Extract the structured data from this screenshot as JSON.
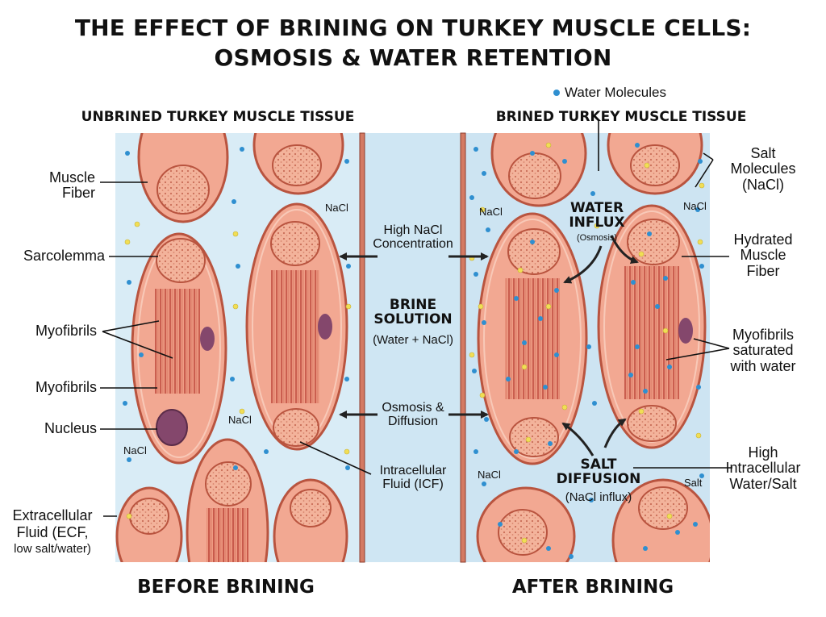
{
  "title_line1": "THE EFFECT OF BRINING ON TURKEY MUSCLE CELLS:",
  "title_line2": "OSMOSIS & WATER RETENTION",
  "legend_water": "Water Molecules",
  "left_heading": "UNBRINED TURKEY MUSCLE TISSUE",
  "right_heading": "BRINED TURKEY MUSCLE TISSUE",
  "left_footer": "BEFORE BRINING",
  "right_footer": "AFTER BRINING",
  "left_labels": {
    "muscle_fiber": "Muscle\nFiber",
    "sarcolemma": "Sarcolemma",
    "myofibrils_a": "Myofibrils",
    "myofibrils_b": "Myofibrils",
    "nucleus": "Nucleus",
    "ecf_line1": "Extracellular",
    "ecf_line2": "Fluid (ECF,",
    "ecf_line3": "low salt/water)"
  },
  "center": {
    "high_nacl": "High NaCl\nConcentration",
    "brine_title": "BRINE\nSOLUTION",
    "brine_sub": "(Water + NaCl)",
    "osmosis": "Osmosis &\nDiffusion",
    "icf": "Intracellular\nFluid (ICF)"
  },
  "right_labels": {
    "salt_molecules": "Salt\nMolecules\n(NaCl)",
    "hydrated": "Hydrated\nMuscle\nFiber",
    "myofibrils_saturated": "Myofibrils\nsaturated\nwith water",
    "high_intracellular": "High\nIntracellular\nWater/Salt"
  },
  "inner": {
    "water_influx": "WATER\nINFLUX",
    "osmosis_small": "(Osmosis)",
    "salt_diffusion": "SALT\nDIFFUSION",
    "nacl_influx": "(NaCl influx)",
    "salt_word": "Salt"
  },
  "nacl_tags": [
    "NaCl",
    "NaCl",
    "NaCl",
    "NaCl",
    "NaCl",
    "NaCl"
  ],
  "colors": {
    "fluid": "#d9ecf6",
    "brine": "#cfe6f3",
    "cell": "#f2a892",
    "cell_outline": "#b9543f",
    "fibril": "#cf6656",
    "nucleus": "#84476c",
    "water": "#2f8fd0",
    "salt": "#f1de55"
  }
}
